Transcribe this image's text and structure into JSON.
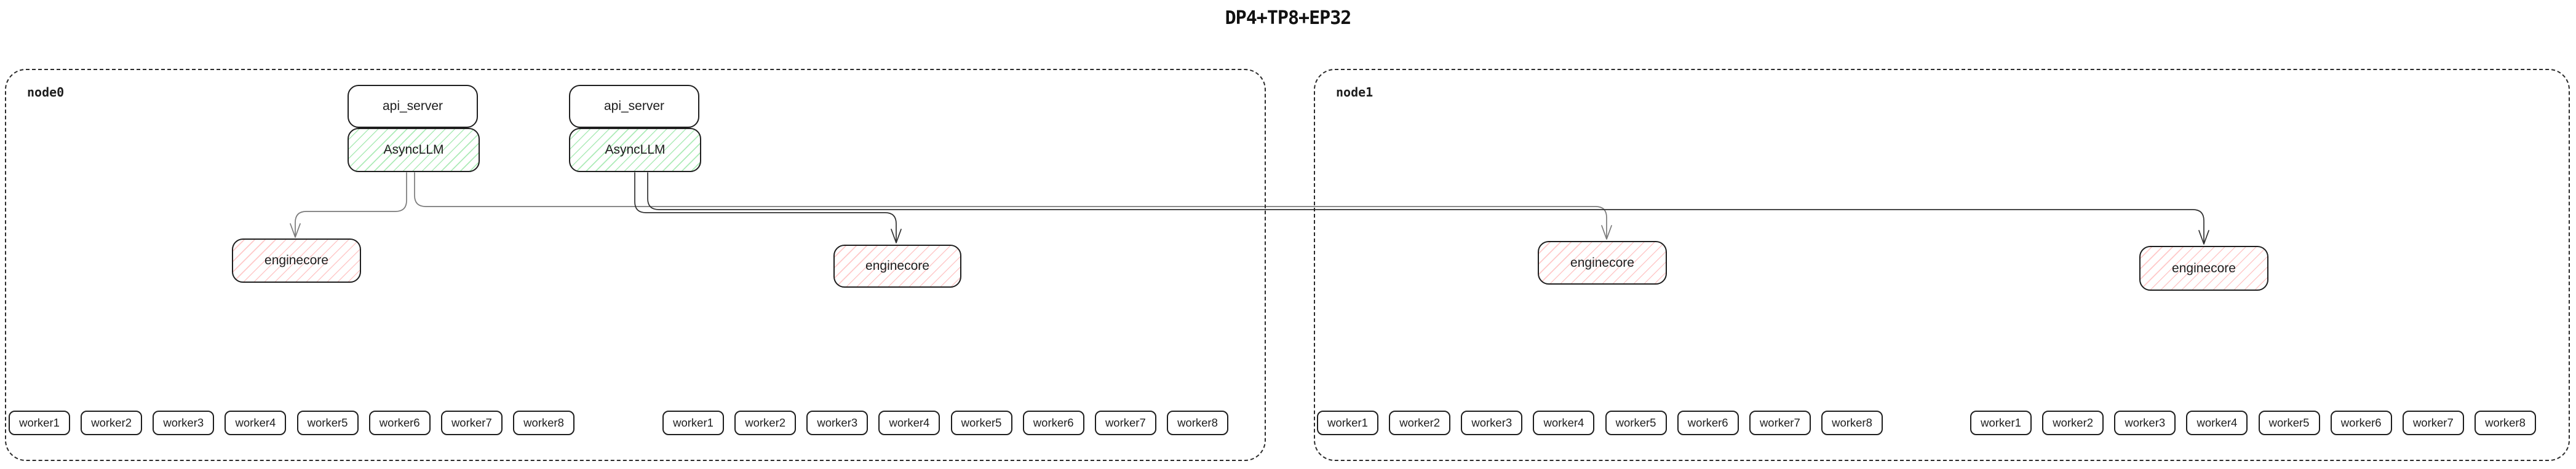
{
  "title": "DP4+TP8+EP32",
  "nodes": [
    {
      "id": "node0",
      "label": "node0"
    },
    {
      "id": "node1",
      "label": "node1"
    }
  ],
  "server_stacks": [
    {
      "api_server": "api_server",
      "async_llm": "AsyncLLM"
    },
    {
      "api_server": "api_server",
      "async_llm": "AsyncLLM"
    }
  ],
  "enginecores": [
    {
      "label": "enginecore"
    },
    {
      "label": "enginecore"
    },
    {
      "label": "enginecore"
    },
    {
      "label": "enginecore"
    }
  ],
  "worker_groups": [
    {
      "node": "node0",
      "workers": [
        "worker1",
        "worker2",
        "worker3",
        "worker4",
        "worker5",
        "worker6",
        "worker7",
        "worker8"
      ]
    },
    {
      "node": "node0",
      "workers": [
        "worker1",
        "worker2",
        "worker3",
        "worker4",
        "worker5",
        "worker6",
        "worker7",
        "worker8"
      ]
    },
    {
      "node": "node1",
      "workers": [
        "worker1",
        "worker2",
        "worker3",
        "worker4",
        "worker5",
        "worker6",
        "worker7",
        "worker8"
      ]
    },
    {
      "node": "node1",
      "workers": [
        "worker1",
        "worker2",
        "worker3",
        "worker4",
        "worker5",
        "worker6",
        "worker7",
        "worker8"
      ]
    }
  ],
  "edges": [
    {
      "from": "async_llm_0",
      "to": "enginecore_0",
      "color": "#7a7a7a"
    },
    {
      "from": "async_llm_0",
      "to": "enginecore_2",
      "color": "#7a7a7a"
    },
    {
      "from": "async_llm_1",
      "to": "enginecore_1",
      "color": "#2f2f2f"
    },
    {
      "from": "async_llm_1",
      "to": "enginecore_3",
      "color": "#2f2f2f"
    }
  ],
  "colors": {
    "box_border": "#1e1e1e",
    "green_hatch": "#69db7c",
    "red_hatch": "#ff8787",
    "node_border": "#2a2a2a",
    "background": "#ffffff"
  }
}
